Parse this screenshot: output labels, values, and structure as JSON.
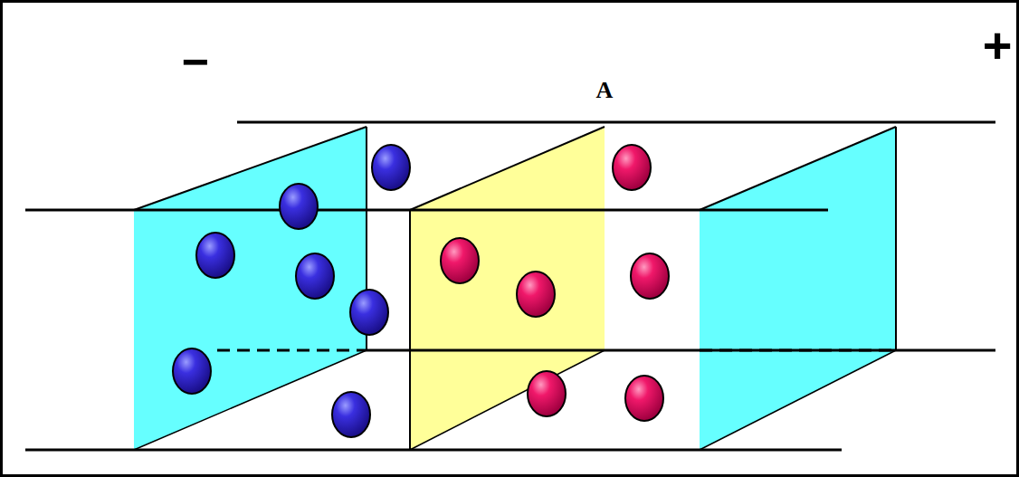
{
  "diagram": {
    "labels": [
      "−",
      "A",
      "+"
    ]
  }
}
